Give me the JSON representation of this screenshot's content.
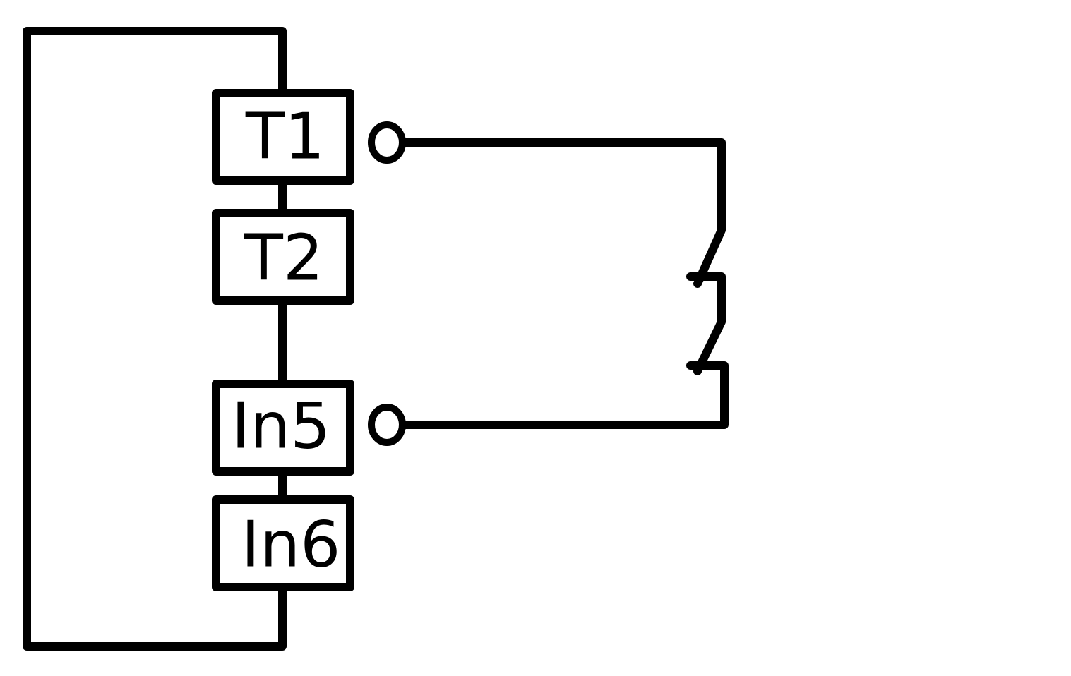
{
  "terminals": [
    {
      "id": "t1",
      "label": "T1"
    },
    {
      "id": "t2",
      "label": "T2"
    },
    {
      "id": "in5",
      "label": "In5"
    },
    {
      "id": "in6",
      "label": "In6"
    }
  ],
  "connection_points": 2,
  "switch": {
    "type": "two-stage-contact"
  },
  "colors": {
    "line": "#000000",
    "background": "#ffffff"
  }
}
